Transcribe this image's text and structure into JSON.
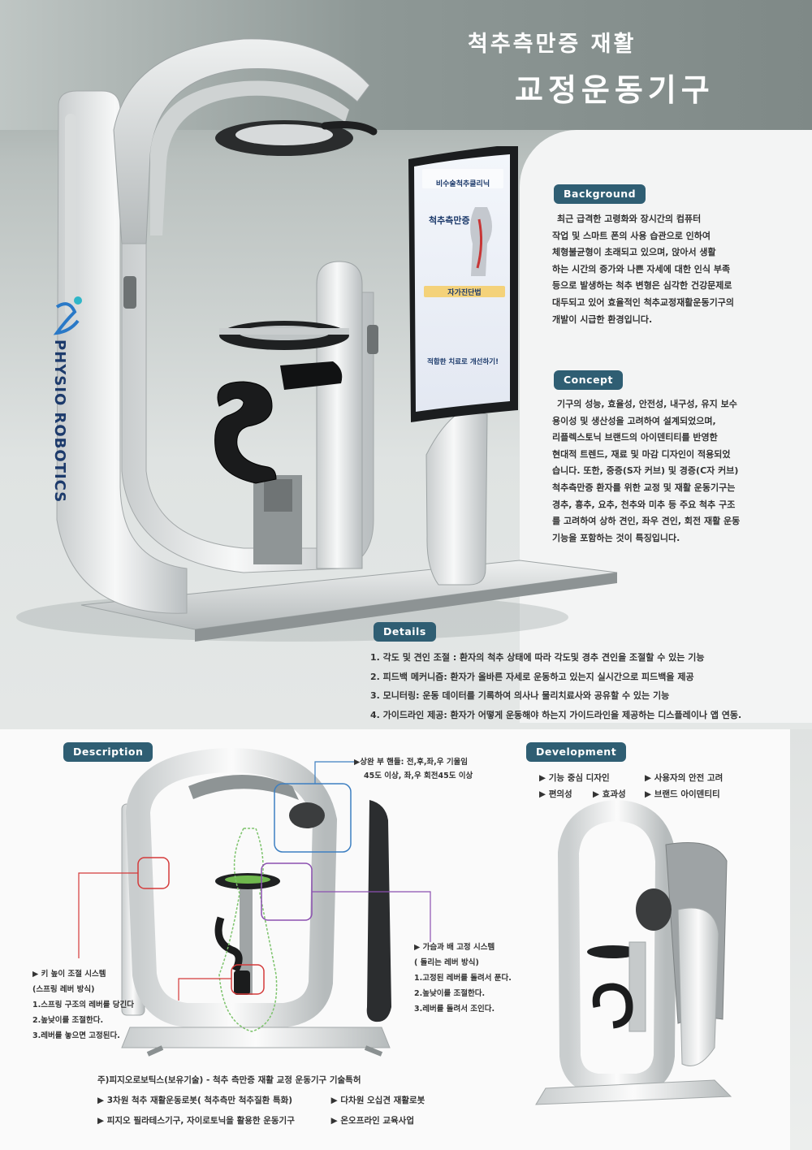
{
  "title": {
    "line1": "척추측만증 재활",
    "line2": "교정운동기구"
  },
  "brand": {
    "logo_text": "PHYSIO ROBOTICS"
  },
  "screen": {
    "header": "비수술척추클리닉",
    "heading": "척추측만증",
    "middle": "자가진단법",
    "bottom": "적합한 치료로 개선하기!"
  },
  "background": {
    "label": "Background",
    "lines": [
      "최근 급격한 고령화와 장시간의 컴퓨터",
      "작업 및 스마트 폰의 사용 습관으로 인하여",
      "체형불균형이 초래되고 있으며,  앉아서 생활",
      "하는 시간의 증가와 나쁜 자세에 대한 인식 부족",
      "등으로 발생하는 척추 변형은 심각한 건강문제로",
      "대두되고 있어 효율적인 척추교정재활운동기구의",
      "개발이 시급한 환경입니다."
    ]
  },
  "concept": {
    "label": "Concept",
    "lines": [
      "기구의 성능, 효율성, 안전성, 내구성, 유지 보수",
      "용이성 및 생산성을 고려하여 설계되었으며,",
      "리플렉스토닉 브랜드의 아이덴티티를 반영한",
      "현대적 트렌드, 재료 및 마감 디자인이 적용되었",
      "습니다. 또한, 중증(S자 커브) 및 경증(C자 커브)",
      "척추측만증 환자를 위한 교정 및 재활 운동기구는",
      "경추, 흉추, 요추, 천추와 미추 등 주요 척추 구조",
      "를 고려하여 상하 견인, 좌우 견인, 회전 재활 운동",
      "기능을 포함하는 것이 특징입니다."
    ]
  },
  "details": {
    "label": "Details",
    "items": [
      "1. 각도 및 견인 조절 : 환자의 척추 상태에 따라 각도및 경추 견인을 조절할 수 있는 기능",
      "2. 피드백 메커니즘: 환자가 올바른 자세로 운동하고 있는지 실시간으로 피드백을 제공",
      "3. 모니터링: 운동 데이터를 기록하여 의사나 물리치료사와 공유할 수 있는 기능",
      "4. 가이드라인 제공: 환자가 어떻게 운동해야 하는지 가이드라인을 제공하는 디스플레이나 앱 연동."
    ]
  },
  "description": {
    "label": "Description",
    "handle": {
      "line1": "▶상완 부 핸들: 전,후,좌,우 기울임",
      "line2": "45도 이상, 좌,우 회전45도 이상"
    },
    "height": {
      "title": "▶ 키 높이 조절 시스템",
      "lines": [
        "(스프링 레버 방식)",
        "1.스프링 구조의 레버를 당긴다",
        "2.높낮이를 조절한다.",
        "3.레버를 놓으면 고정된다."
      ]
    },
    "chest": {
      "title": "▶ 가슴과 배 고정 시스템",
      "lines": [
        "( 돌리는 레버 방식)",
        "1.고정된 레버를 돌려서 푼다.",
        "2.높낮이를 조절한다.",
        "3.레버를 돌려서 조인다."
      ]
    }
  },
  "development": {
    "label": "Development",
    "row1": [
      "▶ 기능 중심 디자인",
      "▶ 사용자의 안전 고려"
    ],
    "row2": [
      "▶ 편의성",
      "▶ 효과성",
      "▶ 브랜드 아이덴티티"
    ]
  },
  "footer": {
    "title": "주)피지오로보틱스(보유기술) - 척추 측만증 재활 교정 운동기구 기술특허",
    "row1": [
      "▶ 3차원 척추 재활운동로봇( 척추측만 척추질환 특화)",
      "▶ 다차원 오십견 재활로봇"
    ],
    "row2": [
      "▶ 피지오 필라테스기구, 자이로토닉을 활용한 운동기구",
      "▶ 온오프라인 교육사업"
    ]
  },
  "colors": {
    "pill": "#2f5e73",
    "callout_blue": "#3d7fc1",
    "callout_red": "#d43a3a",
    "callout_purple": "#8b4fb0"
  }
}
